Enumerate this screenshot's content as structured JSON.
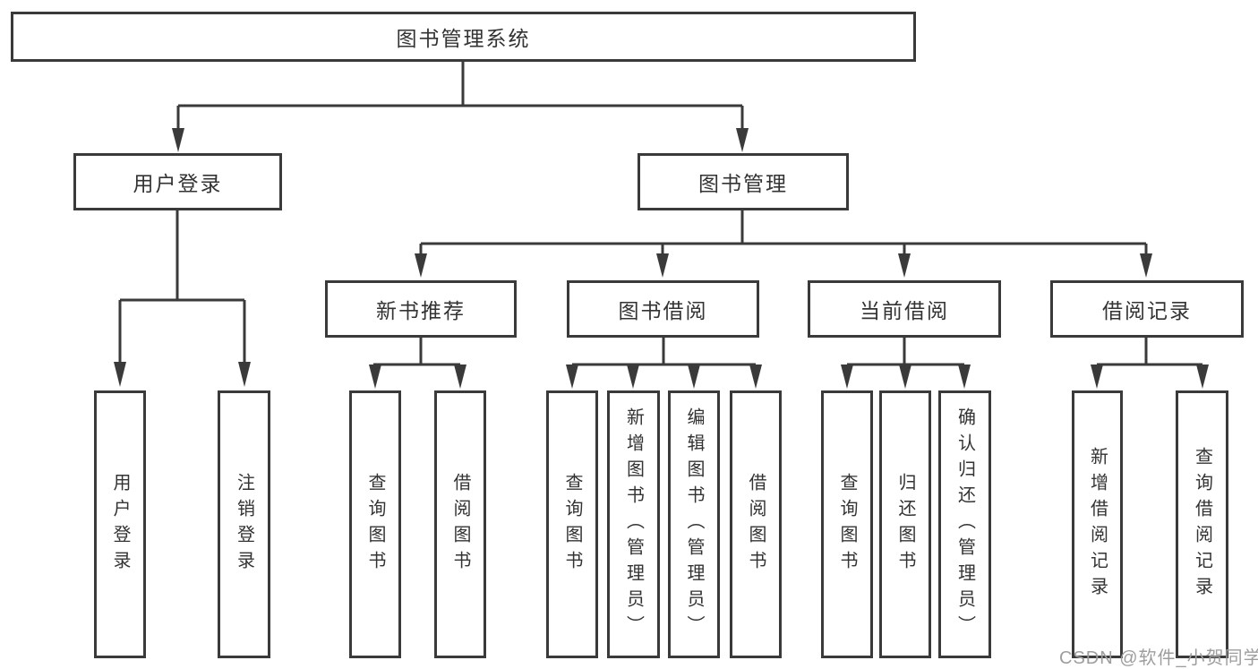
{
  "colors": {
    "line": "#3a3a3a",
    "text": "#333333",
    "watermark": "#9e9e9e",
    "background": "#ffffff"
  },
  "watermark": {
    "text": "CSDN @软件_小贺同学"
  },
  "tree": {
    "root": {
      "label": "图书管理系统",
      "children": [
        {
          "label": "用户登录",
          "children": [
            {
              "label": "用户登录"
            },
            {
              "label": "注销登录"
            }
          ]
        },
        {
          "label": "图书管理",
          "children": [
            {
              "label": "新书推荐",
              "children": [
                {
                  "label": "查询图书"
                },
                {
                  "label": "借阅图书"
                }
              ]
            },
            {
              "label": "图书借阅",
              "children": [
                {
                  "label": "查询图书"
                },
                {
                  "label": "新增图书（管理员）"
                },
                {
                  "label": "编辑图书（管理员）"
                },
                {
                  "label": "借阅图书"
                }
              ]
            },
            {
              "label": "当前借阅",
              "children": [
                {
                  "label": "查询图书"
                },
                {
                  "label": "归还图书"
                },
                {
                  "label": "确认归还（管理员）"
                }
              ]
            },
            {
              "label": "借阅记录",
              "children": [
                {
                  "label": "新增借阅记录"
                },
                {
                  "label": "查询借阅记录"
                }
              ]
            }
          ]
        }
      ]
    }
  }
}
